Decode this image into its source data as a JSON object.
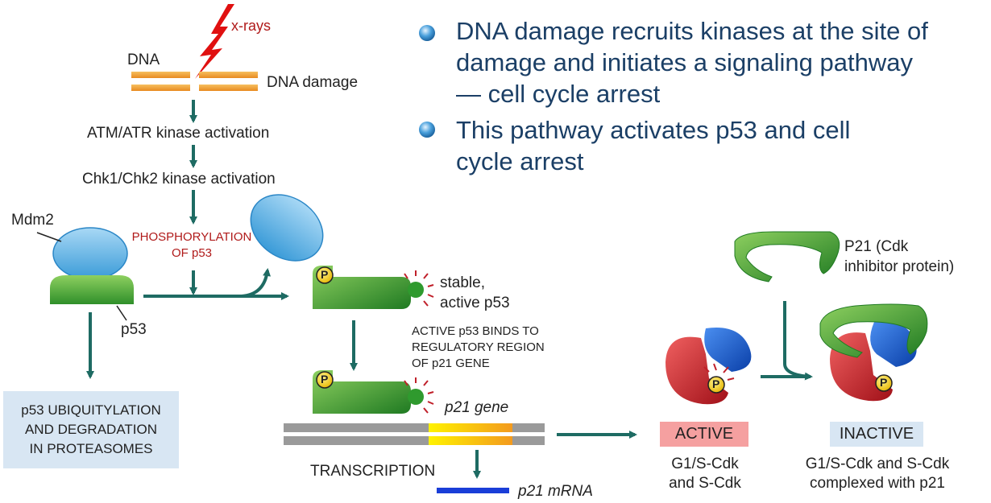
{
  "bullets": [
    {
      "lines": [
        "DNA damage recruits kinases at the site of",
        "damage and initiates a signaling pathway",
        "— cell cycle arrest"
      ]
    },
    {
      "lines": [
        "This pathway activates p53 and cell",
        "cycle arrest"
      ]
    }
  ],
  "labels": {
    "xrays": "x-rays",
    "dna": "DNA",
    "dna_damage": "DNA damage",
    "atm": "ATM/ATR kinase activation",
    "chk": "Chk1/Chk2 kinase activation",
    "mdm2": "Mdm2",
    "phos_line1": "PHOSPHORYLATION",
    "phos_line2": "OF p53",
    "p53": "p53",
    "stable_line1": "stable,",
    "stable_line2": "active p53",
    "binds_line1": "ACTIVE p53 BINDS TO",
    "binds_line2": "REGULATORY REGION",
    "binds_line3": "OF p21 GENE",
    "ubiq_line1": "p53 UBIQUITYLATION",
    "ubiq_line2": "AND DEGRADATION",
    "ubiq_line3": "IN PROTEASOMES",
    "p21_gene": "p21 gene",
    "transcription": "TRANSCRIPTION",
    "p21_mrna": "p21 mRNA",
    "active": "ACTIVE",
    "active_desc_line1": "G1/S-Cdk",
    "active_desc_line2": "and S-Cdk",
    "inactive": "INACTIVE",
    "inactive_desc_line1": "G1/S-Cdk and S-Cdk",
    "inactive_desc_line2": "complexed with p21",
    "p21_prot_line1": "P21 (Cdk",
    "p21_prot_line2": "inhibitor protein)",
    "phospho": "P"
  },
  "colors": {
    "arrow": "#1e6b63",
    "bullet_text": "#1b3f66",
    "dna_orange": "#f0a030",
    "p53_green": "#4fae3a",
    "mdm2_blue": "#58aee0",
    "cdk_red": "#d0202a",
    "cyclin_blue": "#1a5fd0",
    "p21_green": "#3aa03a",
    "active_bg": "#f5a0a0",
    "inactive_bg": "#d8e6f3",
    "ubiq_bg": "#d8e6f3"
  }
}
